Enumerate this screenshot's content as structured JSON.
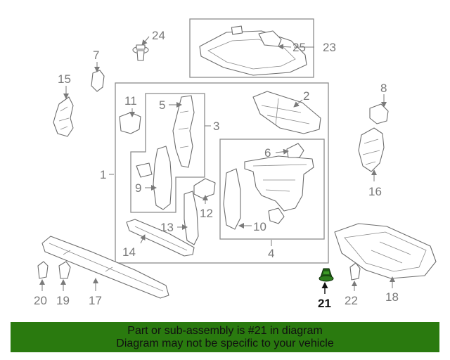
{
  "callouts": {
    "c1": "1",
    "c2": "2",
    "c3": "3",
    "c4": "4",
    "c5": "5",
    "c6": "6",
    "c7": "7",
    "c8": "8",
    "c9": "9",
    "c10": "10",
    "c11": "11",
    "c12": "12",
    "c13": "13",
    "c14": "14",
    "c15": "15",
    "c16": "16",
    "c17": "17",
    "c18": "18",
    "c19": "19",
    "c20": "20",
    "c21": "21",
    "c22": "22",
    "c23": "23",
    "c24": "24",
    "c25": "25"
  },
  "highlight": {
    "color": "#1f5e14"
  },
  "footer": {
    "line1": "Part or sub-assembly is #21 in diagram",
    "line2": "Diagram may not be specific to your vehicle",
    "background": "#2a7a0f"
  }
}
